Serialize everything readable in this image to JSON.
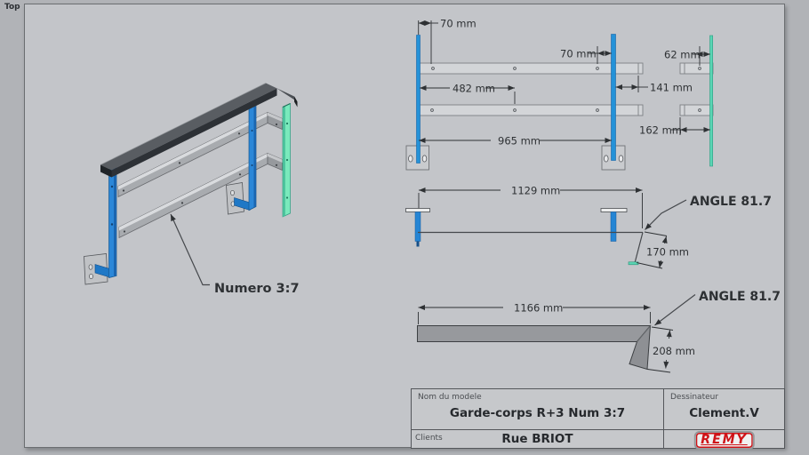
{
  "view": {
    "label": "Top"
  },
  "annotations": {
    "numero": "Numero 3:7",
    "angle_top": "ANGLE 81.7",
    "angle_profile": "ANGLE 81.7"
  },
  "dims": {
    "front_70_left": "70 mm",
    "front_70_mid": "70 mm",
    "front_62": "62 mm",
    "front_482": "482 mm",
    "front_141": "141 mm",
    "front_162": "162 mm",
    "front_965": "965 mm",
    "top_1129": "1129 mm",
    "top_170": "170 mm",
    "profile_1166": "1166 mm",
    "profile_208": "208 mm"
  },
  "title_block": {
    "model_label": "Nom du modele",
    "model_value": "Garde-corps R+3 Num 3:7",
    "designer_label": "Dessinateur",
    "designer_value": "Clement.V",
    "clients_label": "Clients",
    "clients_value": "Rue BRIOT",
    "logo": "REMY"
  },
  "colors": {
    "post_blue": "#2b87d8",
    "post_teal": "#5ad6b4",
    "handrail_dark": "#2d3136",
    "steel_gray": "#a8abaf",
    "logo_red": "#cf1217"
  }
}
